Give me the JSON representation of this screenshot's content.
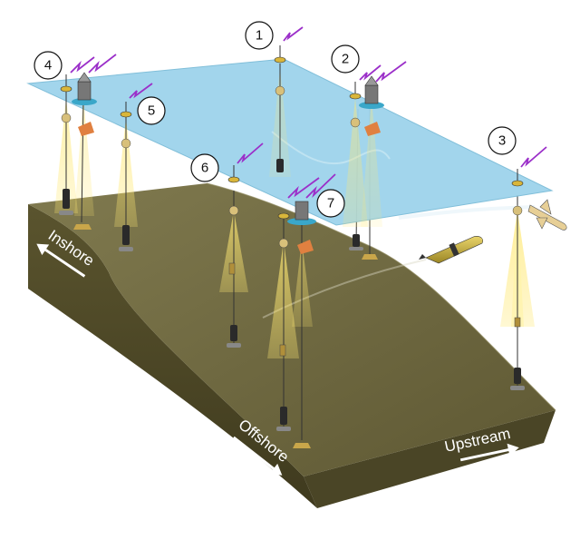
{
  "labels": {
    "inshore": "Inshore",
    "offshore": "Offshore",
    "upstream": "Upstream"
  },
  "moorings": [
    {
      "number": "1"
    },
    {
      "number": "2"
    },
    {
      "number": "3"
    },
    {
      "number": "4"
    },
    {
      "number": "5"
    },
    {
      "number": "6"
    },
    {
      "number": "7"
    }
  ],
  "colors": {
    "sea_surface": "#9ed3ec",
    "seafloor_top": "#6d6740",
    "seafloor_front": "#5c5530",
    "seafloor_right": "#4f4a28",
    "acoustic_beam": "#f7e27a",
    "radio_signal": "#9b2fc9",
    "auv_body": "#c9b23a"
  }
}
